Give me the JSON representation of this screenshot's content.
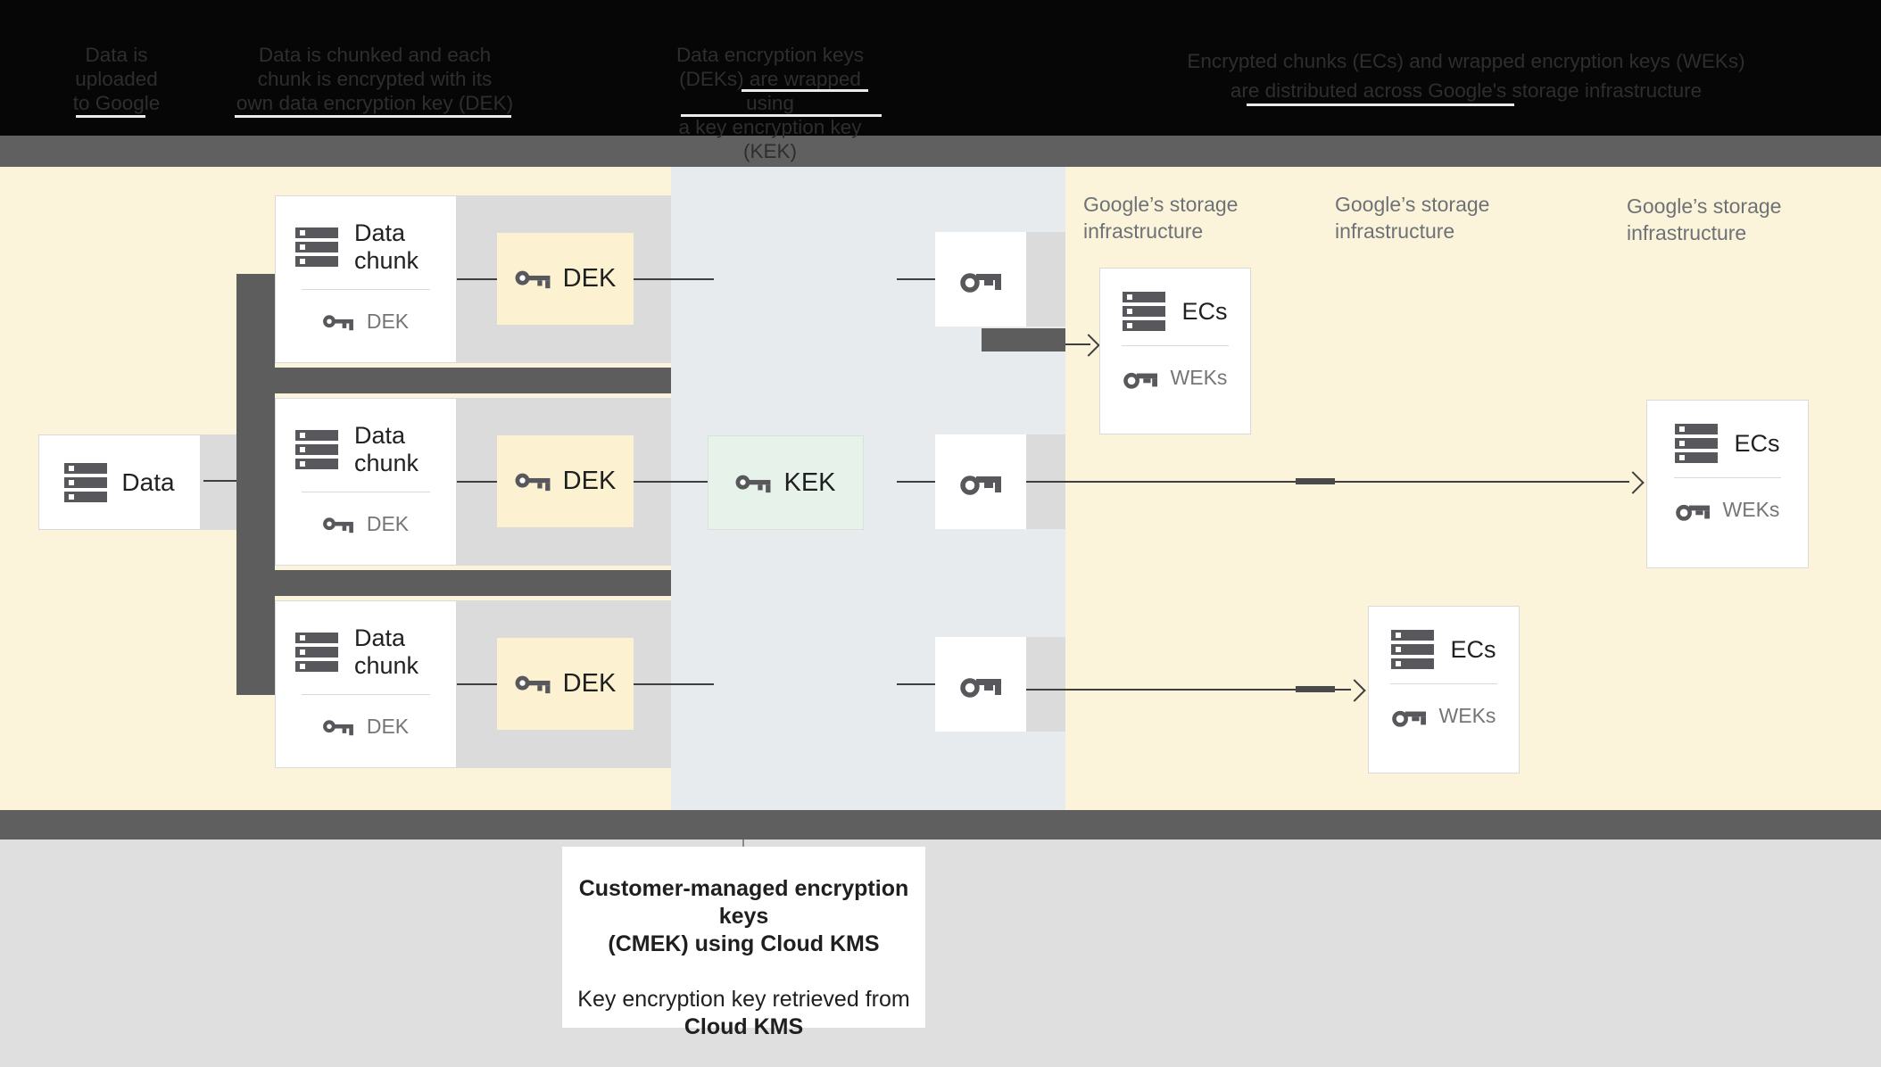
{
  "header": {
    "columns": [
      {
        "lines": [
          "Data is",
          "uploaded",
          "to Google"
        ]
      },
      {
        "lines": [
          "Data is chunked and each",
          "chunk is encrypted with its",
          "own data encryption key (DEK)"
        ]
      },
      {
        "lines": [
          "Data encryption keys",
          "(DEKs) are wrapped using",
          "a key encryption key (KEK)"
        ]
      },
      {
        "lines": [
          "Encrypted chunks (ECs) and wrapped encryption keys (WEKs)",
          "are distributed across Google's storage infrastructure"
        ]
      }
    ]
  },
  "diagram": {
    "data_box": {
      "label": "Data"
    },
    "chunks": [
      {
        "title": "Data chunk",
        "key_label": "DEK"
      },
      {
        "title": "Data chunk",
        "key_label": "DEK"
      },
      {
        "title": "Data chunk",
        "key_label": "DEK"
      }
    ],
    "dek_boxes": [
      "DEK",
      "DEK",
      "DEK"
    ],
    "kek_box": {
      "label": "KEK"
    },
    "storage_labels": [
      {
        "line1": "Google’s storage",
        "line2": "infrastructure"
      },
      {
        "line1": "Google’s storage",
        "line2": "infrastructure"
      },
      {
        "line1": "Google’s storage",
        "line2": "infrastructure"
      }
    ],
    "ec_cards": [
      {
        "title": "ECs",
        "key_label": "WEKs"
      },
      {
        "title": "ECs",
        "key_label": "WEKs"
      },
      {
        "title": "ECs",
        "key_label": "WEKs"
      }
    ]
  },
  "caption": {
    "title_line1": "Customer-managed encryption keys",
    "title_line2": "(CMEK) using Cloud KMS",
    "body_line1": "Key encryption key retrieved from",
    "body_line2": "Cloud KMS"
  },
  "icons": {
    "server": "server-stack-icon",
    "key": "key-icon",
    "wrapped_key": "wrapped-key-icon"
  },
  "colors": {
    "customer_panel_beige": "#fbf4db",
    "kms_panel_gray_blue": "#e8ebed",
    "dek_box_beige": "#fcf2d2",
    "kek_box_green": "#e6f2ea",
    "connector_dark_gray": "#5d5d5d",
    "band_gray": "#606060",
    "header_black": "#060606",
    "muted_text_gray": "#757575"
  }
}
